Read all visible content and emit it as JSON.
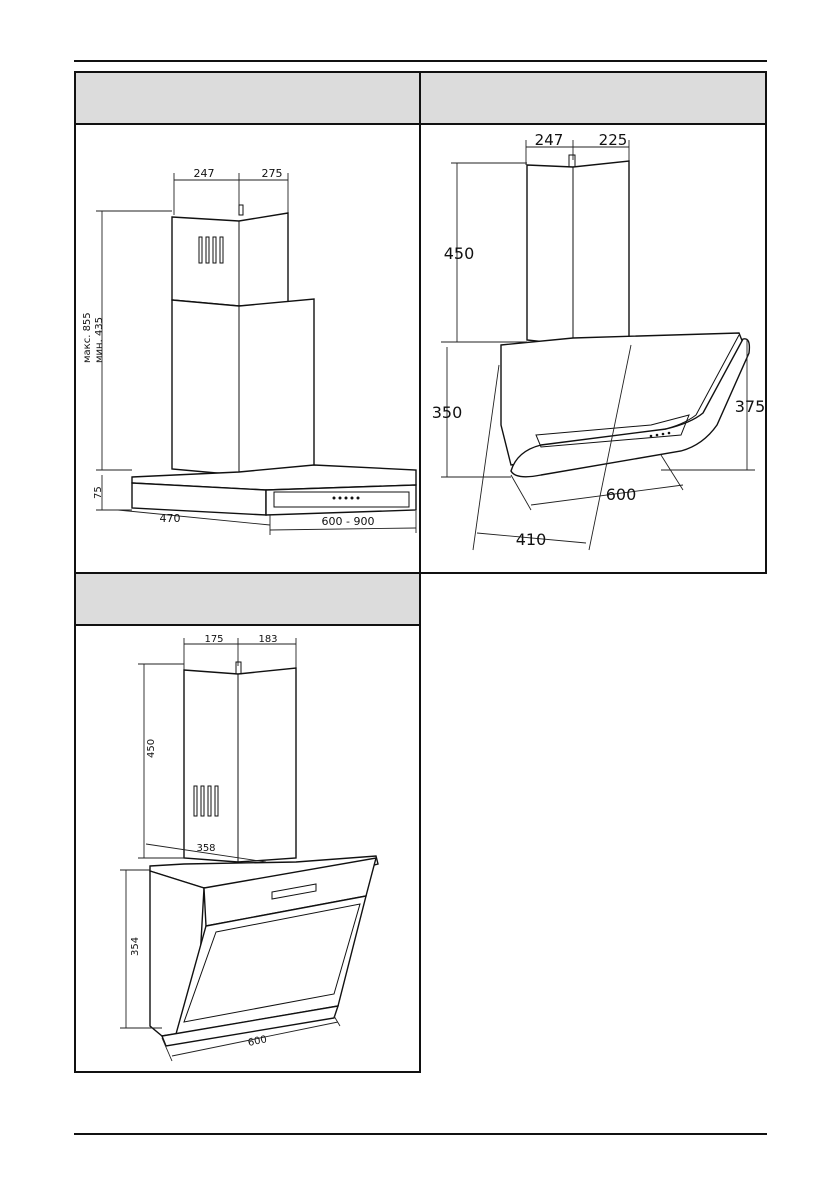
{
  "figure1": {
    "dims": {
      "top_left": "247",
      "top_right": "275",
      "height_max": "макс. 855",
      "height_min": "мин. 435",
      "hood_height": "75",
      "depth": "470",
      "width": "600 - 900"
    }
  },
  "figure2": {
    "dims": {
      "top_left": "247",
      "top_right": "225",
      "chimney_height": "450",
      "front_height": "350",
      "side_height": "375",
      "width": "600",
      "depth": "410"
    }
  },
  "figure3": {
    "dims": {
      "top_left": "175",
      "top_right": "183",
      "chimney_height": "450",
      "chimney_depth": "358",
      "body_height": "354",
      "width": "600"
    }
  }
}
